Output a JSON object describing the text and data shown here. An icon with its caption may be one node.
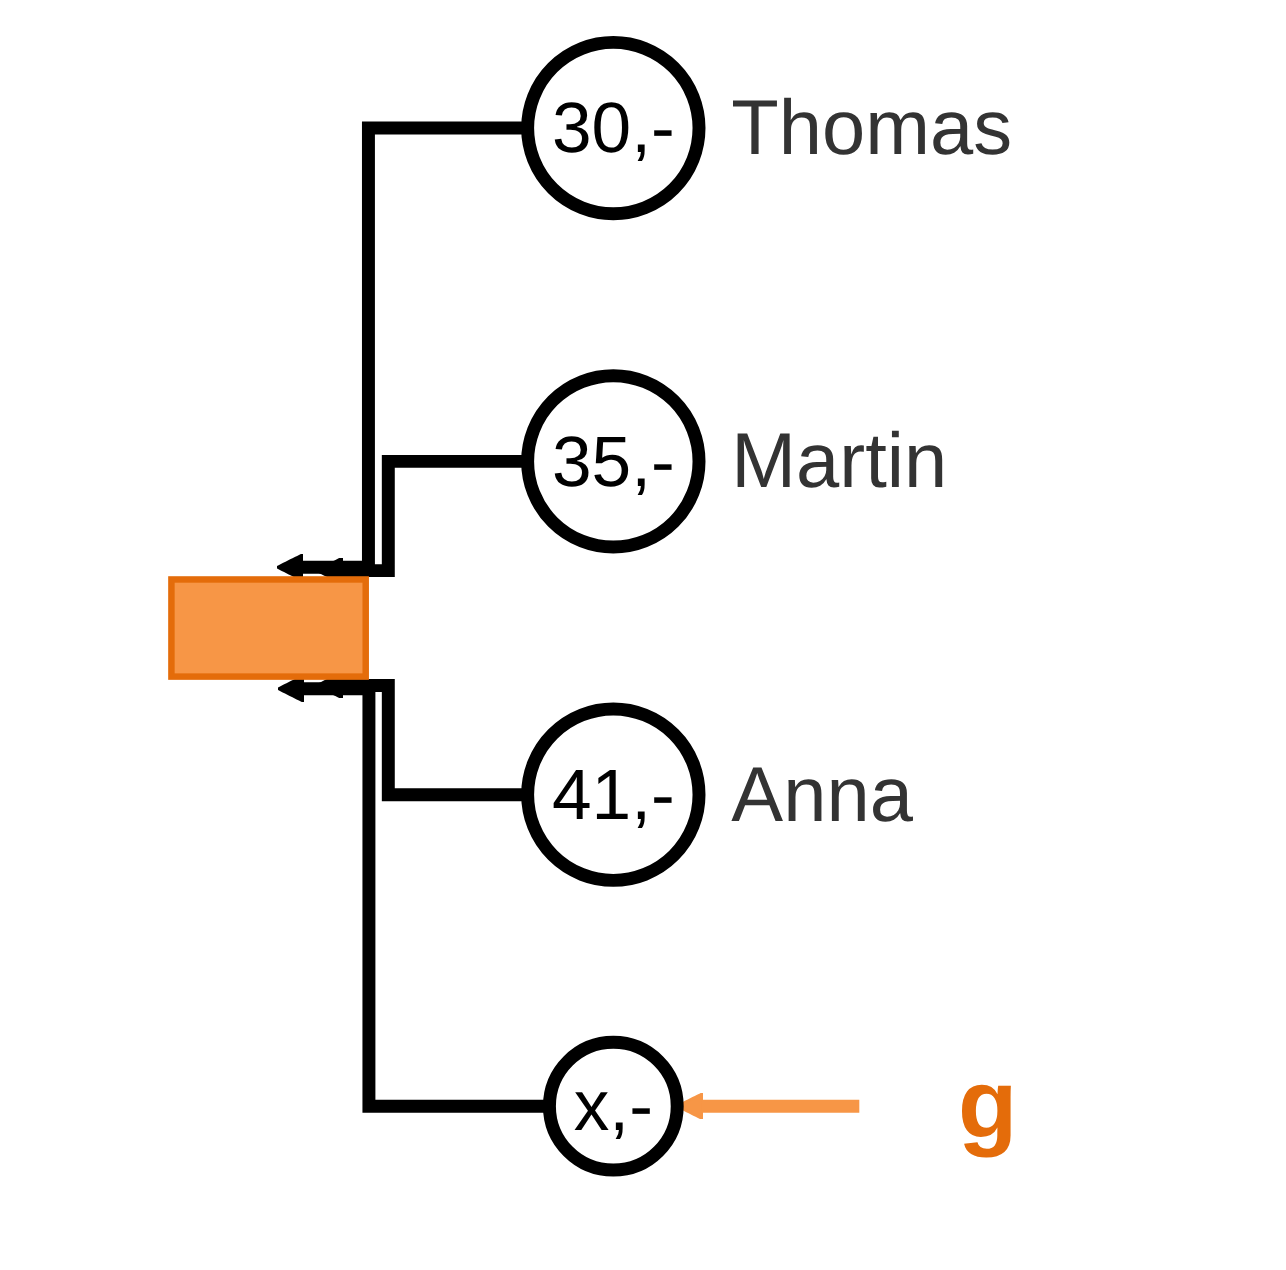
{
  "diagram": {
    "nodes": [
      {
        "text": [],
        "shape": "box"
      },
      {
        "text": [
          "30,-"
        ],
        "beside": [
          "Thomas"
        ]
      },
      {
        "text": [
          "35,-"
        ],
        "beside": [
          "Martin"
        ]
      },
      {
        "text": [
          "41,-"
        ],
        "beside": [
          "Anna"
        ]
      },
      {
        "text": [
          "x,-"
        ]
      },
      {
        "text": [
          "g"
        ]
      }
    ],
    "edges": [
      {
        "from": 1,
        "to": 0,
        "arrow": "to"
      },
      {
        "from": 2,
        "to": 0,
        "arrow": "to"
      },
      {
        "from": 3,
        "to": 0,
        "arrow": "to"
      },
      {
        "from": 4,
        "to": 0,
        "arrow": "to"
      },
      {
        "from": 5,
        "to": 4,
        "arrow": "to",
        "color": "#f79646"
      }
    ]
  }
}
